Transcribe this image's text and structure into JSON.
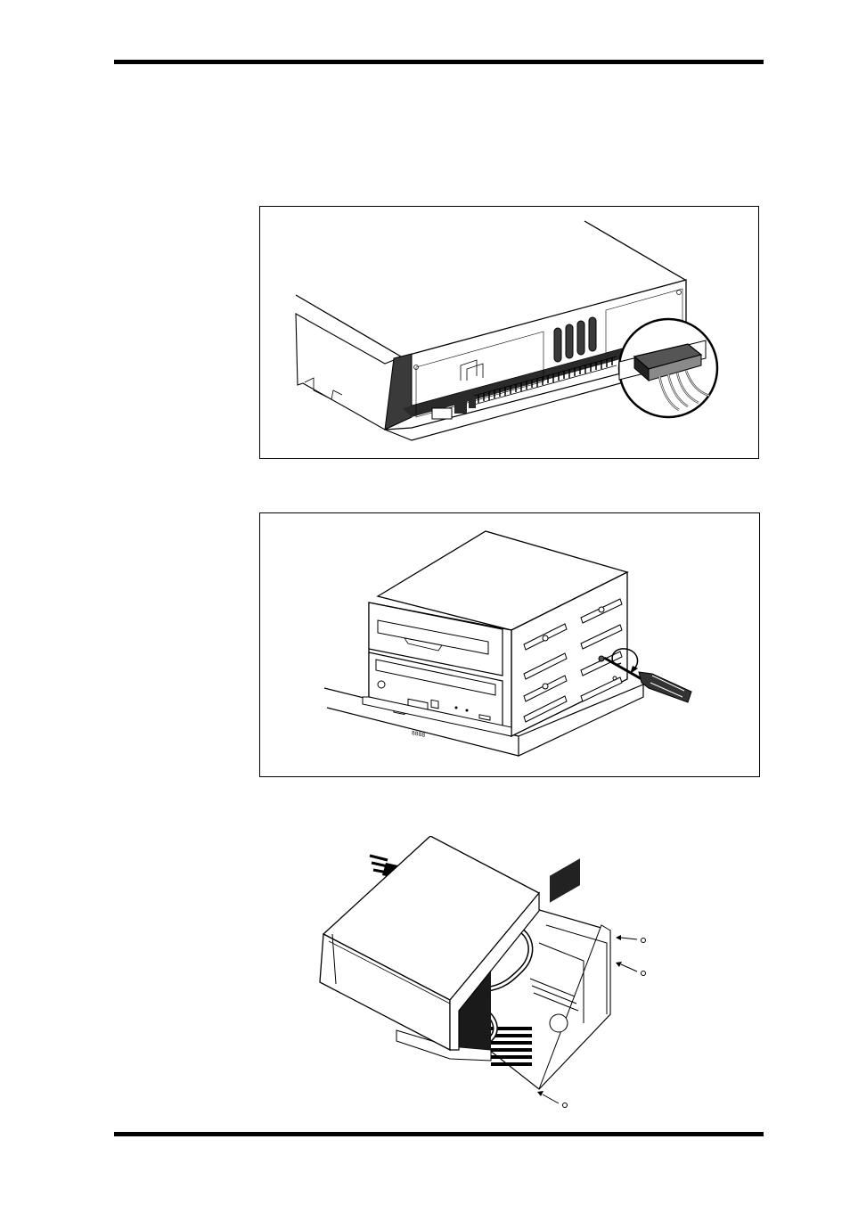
{
  "page": {
    "rules": [
      "top-rule",
      "bottom-rule"
    ]
  },
  "figures": [
    {
      "id": "figure-1",
      "subject": "drive-rear-power-connector",
      "icons": [
        "drive-icon",
        "power-connector-icon",
        "magnifier-callout-icon"
      ]
    },
    {
      "id": "figure-2",
      "subject": "drive-cage-screw-removal",
      "icons": [
        "drive-cage-icon",
        "floppy-drive-icon",
        "cdrom-drive-icon",
        "screwdriver-icon",
        "rotation-arrow-icon"
      ],
      "cd_display": "8888"
    },
    {
      "id": "figure-3",
      "subject": "cover-removal",
      "icons": [
        "computer-case-icon",
        "case-cover-icon",
        "slide-arrow-icon",
        "screw-icon"
      ]
    }
  ],
  "colors": {
    "ink": "#000000",
    "paper": "#ffffff",
    "dark_fill": "#3a3a3a",
    "grey_fill": "#8a8a8a"
  }
}
